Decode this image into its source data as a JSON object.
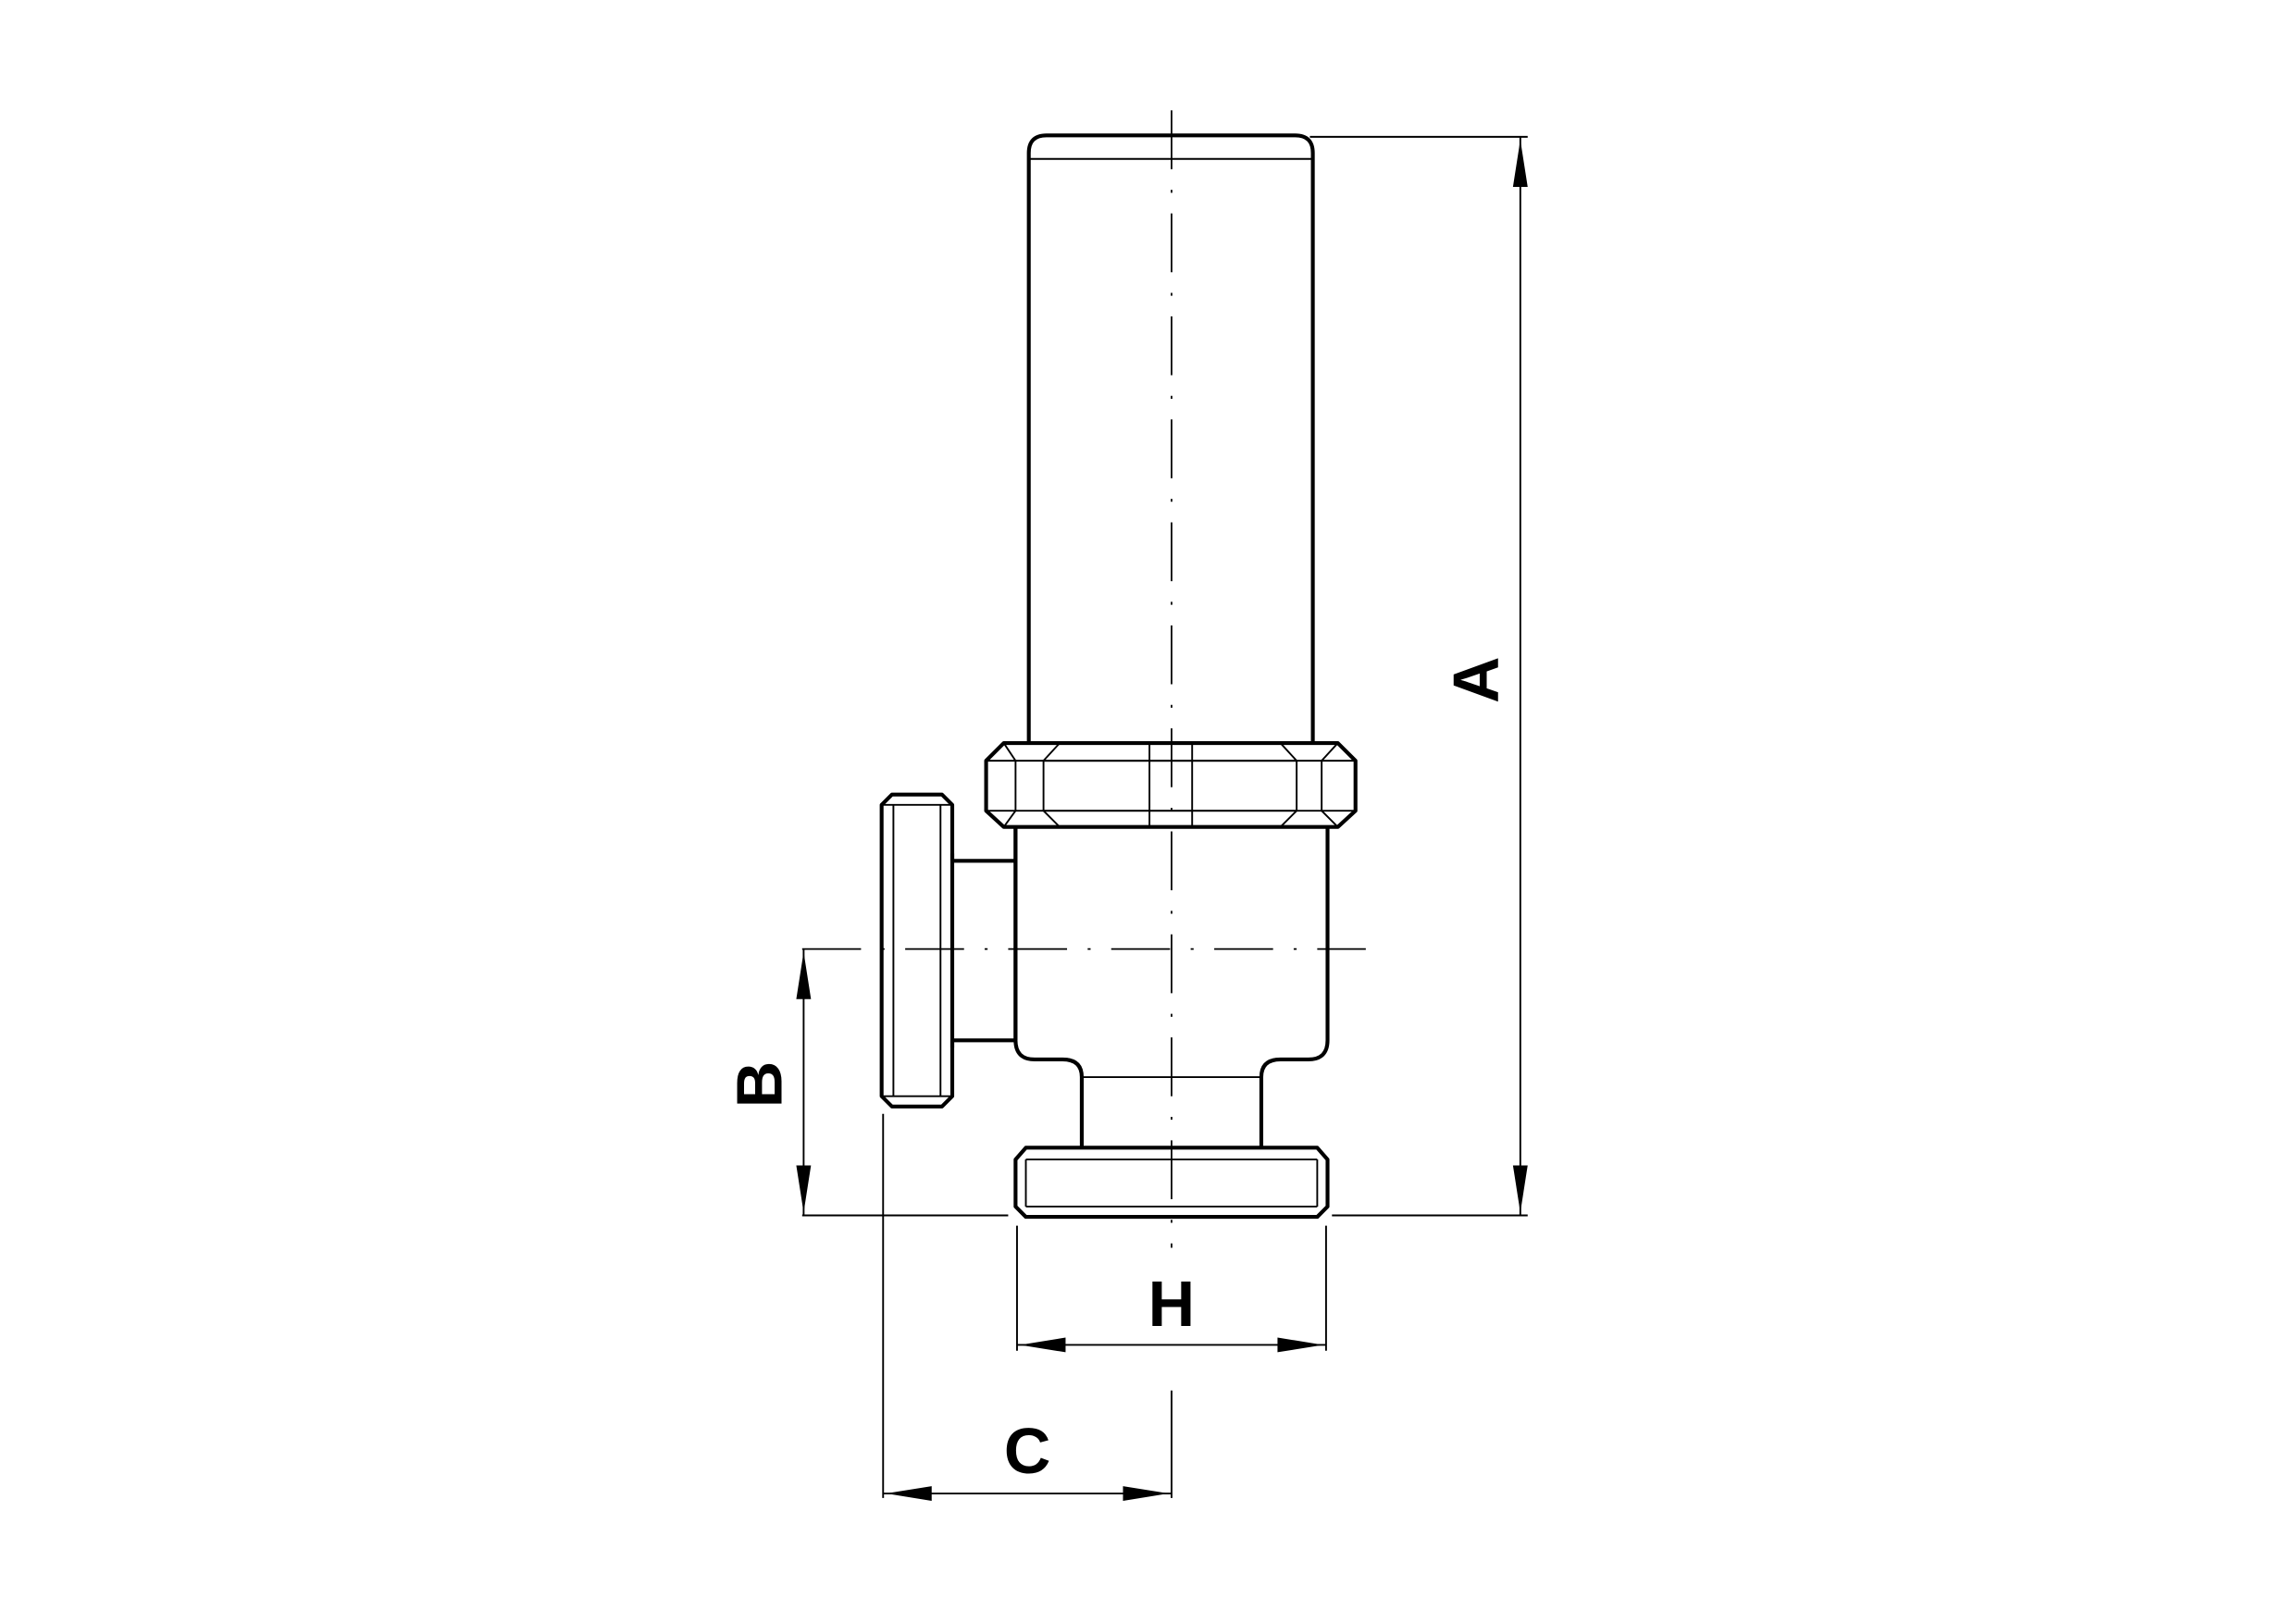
{
  "drawing": {
    "dimensions": {
      "A": "A",
      "B": "B",
      "C": "C",
      "H": "H"
    },
    "line_color": "#000000",
    "background_color": "#ffffff"
  }
}
